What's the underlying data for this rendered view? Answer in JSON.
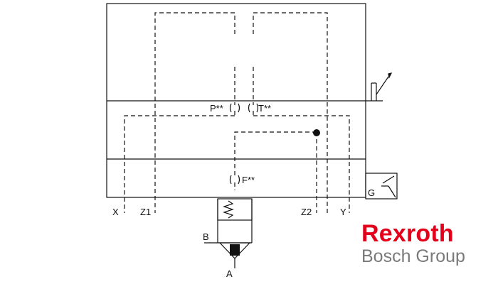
{
  "diagram": {
    "labels": {
      "p": "P**",
      "t": "T**",
      "f": "F**",
      "x": "X",
      "z1": "Z1",
      "z2": "Z2",
      "y": "Y",
      "a": "A",
      "b": "B",
      "g": "G"
    }
  },
  "logo": {
    "brand": "Rexroth",
    "group": "Bosch Group"
  },
  "colors": {
    "line": "#111111",
    "brand_red": "#e2001a",
    "brand_gray": "#7a7a7a"
  }
}
